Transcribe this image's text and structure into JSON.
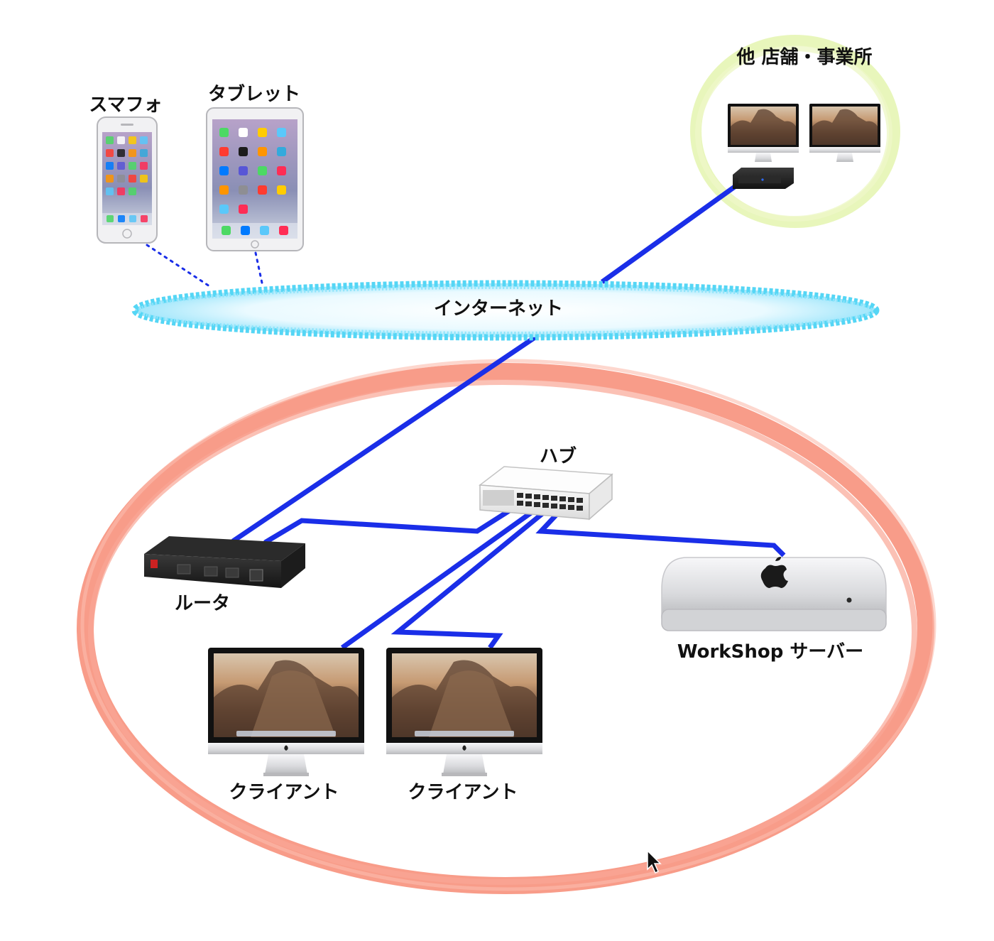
{
  "labels": {
    "smartphone": "スマフォ",
    "tablet": "タブレット",
    "other_sites": "他 店舗・事業所",
    "internet": "インターネット",
    "hub": "ハブ",
    "router": "ルータ",
    "server": "WorkShop サーバー",
    "client_1": "クライアント",
    "client_2": "クライアント"
  },
  "colors": {
    "wired_link": "#1a2ee8",
    "wireless_link": "#1a2ee8",
    "internet_cloud": "#55d6f5",
    "lan_boundary": "#f7917c",
    "remote_boundary": "#e6f5b4"
  },
  "icons": {
    "cursor": "mouse-pointer-icon",
    "apple": "apple-logo-icon"
  }
}
